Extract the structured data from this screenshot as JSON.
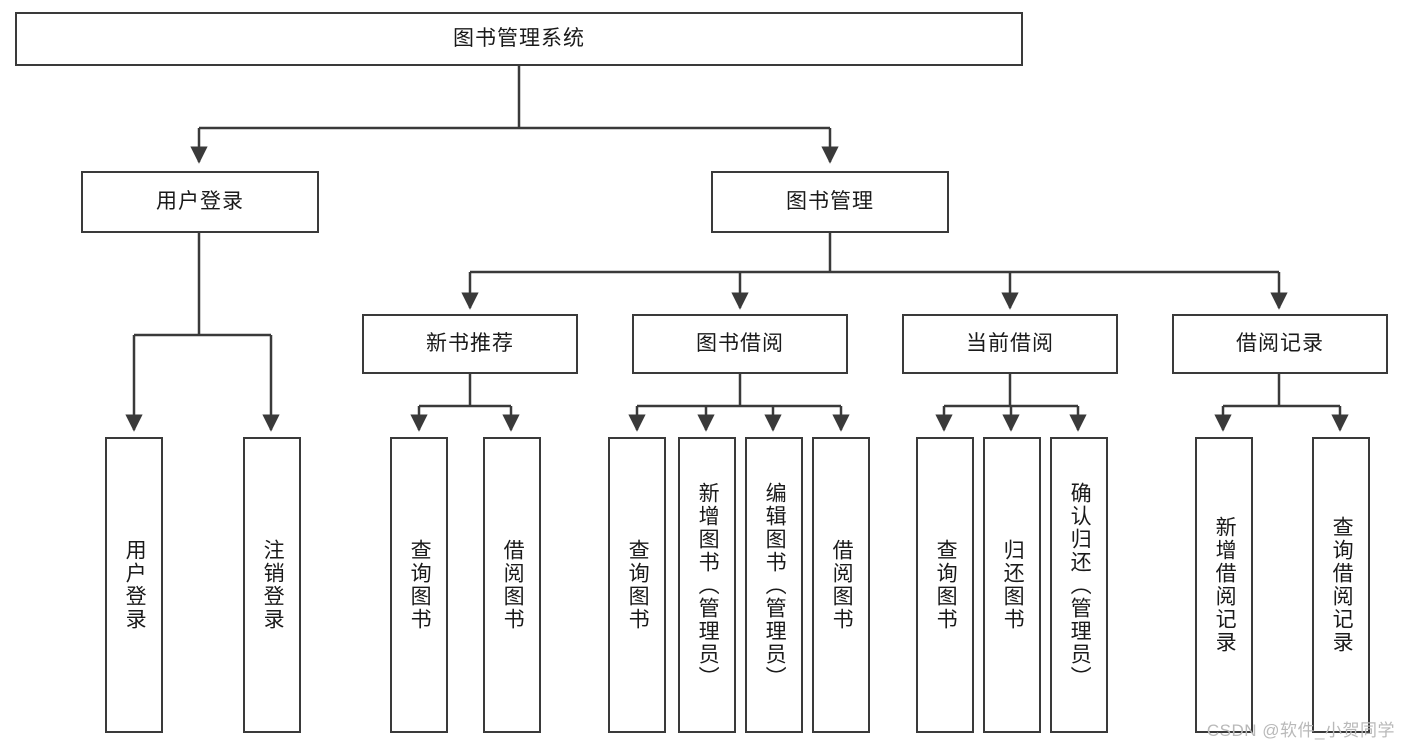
{
  "diagram": {
    "type": "tree-hierarchy",
    "title": "图书管理系统",
    "watermark": "CSDN @软件_小贺同学",
    "colors": {
      "box_border": "#3a3a3a",
      "box_fill": "#ffffff",
      "connector": "#3a3a3a",
      "text": "#1a1a1a",
      "watermark": "#b9b9b9",
      "background": "#ffffff"
    },
    "root": {
      "label": "图书管理系统"
    },
    "level1": [
      {
        "id": "user-login",
        "label": "用户登录"
      },
      {
        "id": "book-manage",
        "label": "图书管理"
      }
    ],
    "level2": [
      {
        "id": "new-book-recommend",
        "label": "新书推荐",
        "parent": "book-manage"
      },
      {
        "id": "book-borrow",
        "label": "图书借阅",
        "parent": "book-manage"
      },
      {
        "id": "current-borrow",
        "label": "当前借阅",
        "parent": "book-manage"
      },
      {
        "id": "borrow-record",
        "label": "借阅记录",
        "parent": "book-manage"
      }
    ],
    "leaves": [
      {
        "id": "leaf-user-login",
        "label": "用户登录",
        "parent": "user-login"
      },
      {
        "id": "leaf-logout",
        "label": "注销登录",
        "parent": "user-login"
      },
      {
        "id": "leaf-query-book-1",
        "label": "查询图书",
        "parent": "new-book-recommend"
      },
      {
        "id": "leaf-borrow-book-1",
        "label": "借阅图书",
        "parent": "new-book-recommend"
      },
      {
        "id": "leaf-query-book-2",
        "label": "查询图书",
        "parent": "book-borrow"
      },
      {
        "id": "leaf-add-book",
        "label": "新增图书（管理员）",
        "parent": "book-borrow"
      },
      {
        "id": "leaf-edit-book",
        "label": "编辑图书（管理员）",
        "parent": "book-borrow"
      },
      {
        "id": "leaf-borrow-book-2",
        "label": "借阅图书",
        "parent": "book-borrow"
      },
      {
        "id": "leaf-query-book-3",
        "label": "查询图书",
        "parent": "current-borrow"
      },
      {
        "id": "leaf-return-book",
        "label": "归还图书",
        "parent": "current-borrow"
      },
      {
        "id": "leaf-confirm-return",
        "label": "确认归还（管理员）",
        "parent": "current-borrow"
      },
      {
        "id": "leaf-add-record",
        "label": "新增借阅记录",
        "parent": "borrow-record"
      },
      {
        "id": "leaf-query-record",
        "label": "查询借阅记录",
        "parent": "borrow-record"
      }
    ]
  }
}
